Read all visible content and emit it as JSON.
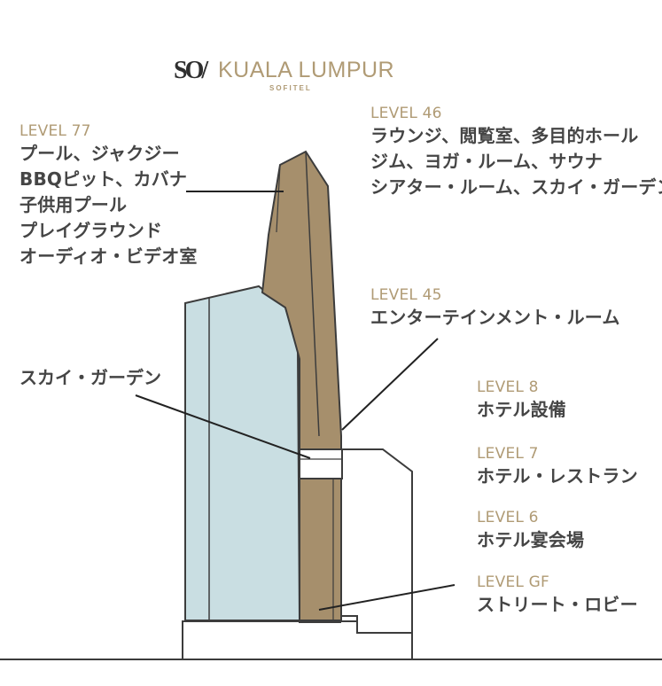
{
  "logo": {
    "mark": "SO/",
    "name": "KUALA LUMPUR",
    "sub": "SOFITEL"
  },
  "colors": {
    "tower_brown": "#a68f6c",
    "tower_outline": "#3c3c3c",
    "sky_blue": "#c9dee2",
    "gold_label": "#b09b75",
    "feature_text": "#454545"
  },
  "labels": {
    "level77": {
      "level": "LEVEL 77",
      "lines": [
        "プール、ジャクジー",
        "BBQピット、カバナ",
        "子供用プール",
        "プレイグラウンド",
        "オーディオ・ビデオ室"
      ]
    },
    "level46": {
      "level": "LEVEL 46",
      "lines": [
        "ラウンジ、閲覧室、多目的ホール",
        "ジム、ヨガ・ルーム、サウナ",
        "シアター・ルーム、スカイ・ガーデン"
      ]
    },
    "level45": {
      "level": "LEVEL 45",
      "lines": [
        "エンターテインメント・ルーム"
      ]
    },
    "sky_garden": {
      "text": "スカイ・ガーデン"
    },
    "level8": {
      "level": "LEVEL 8",
      "lines": [
        "ホテル設備"
      ]
    },
    "level7": {
      "level": "LEVEL 7",
      "lines": [
        "ホテル・レストラン"
      ]
    },
    "level6": {
      "level": "LEVEL 6",
      "lines": [
        "ホテル宴会場"
      ]
    },
    "levelGF": {
      "level": "LEVEL GF",
      "lines": [
        "ストリート・ロビー"
      ]
    }
  }
}
